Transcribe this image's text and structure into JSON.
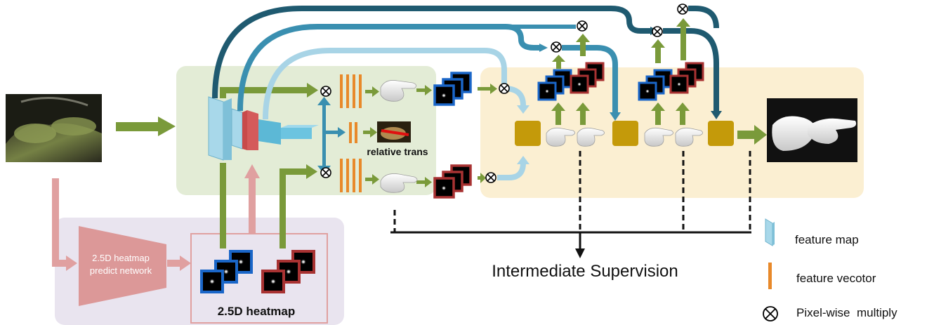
{
  "labels": {
    "heatmap_network": [
      "2.5D heatmap",
      "predict network"
    ],
    "heatmap": "2.5D heatmap",
    "relative_trans": "relative trans",
    "intermediate_supervision": "Intermediate Supervision"
  },
  "legend": {
    "feature_map": "feature map",
    "feature_vector": "feature vecotor",
    "multiply": "Pixel-wise  multiply"
  },
  "colors": {
    "green_arrow": "#7a9a3a",
    "light_blue": "#a8d4e6",
    "mid_blue": "#3a8fb0",
    "dark_teal": "#1f5a70",
    "pink": "#e0a0a0",
    "network_fill": "#dc9898",
    "feature_panel": "#e3ecd6",
    "refine_panel": "#fbefd2",
    "heatmap_panel": "#e9e4ef",
    "gold_block": "#c49a0a",
    "orange_vector": "#e8892a",
    "blue_border": "#1a66c8",
    "red_border": "#a83232"
  }
}
